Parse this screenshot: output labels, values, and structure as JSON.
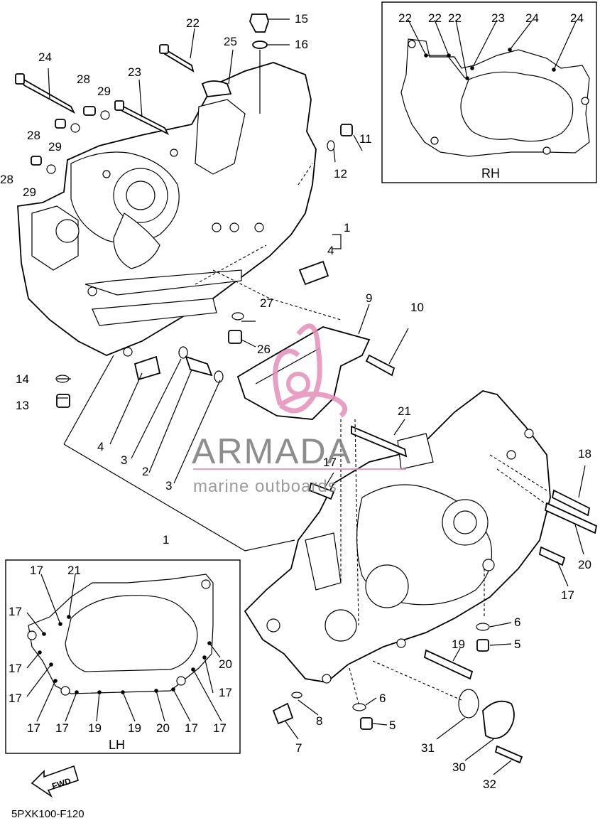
{
  "diagram": {
    "code": "5PXK100-F120",
    "inset_rh": {
      "title": "RH",
      "labels": [
        "22",
        "22",
        "22",
        "23",
        "24",
        "24"
      ]
    },
    "inset_lh": {
      "title": "LH",
      "labels": [
        "17",
        "21",
        "17",
        "17",
        "17",
        "20",
        "17",
        "17",
        "17",
        "19",
        "19",
        "20",
        "17",
        "17"
      ]
    },
    "fwd_label": "FWD",
    "callouts": [
      "22",
      "15",
      "16",
      "24",
      "25",
      "28",
      "29",
      "23",
      "28",
      "29",
      "11",
      "12",
      "28",
      "29",
      "1",
      "4",
      "9",
      "27",
      "26",
      "10",
      "14",
      "13",
      "4",
      "3",
      "2",
      "3",
      "1",
      "21",
      "17",
      "18",
      "20",
      "17",
      "6",
      "5",
      "19",
      "6",
      "5",
      "8",
      "7",
      "31",
      "30",
      "32"
    ]
  },
  "watermark": {
    "brand": "ARMADA",
    "tagline": "marine outboards",
    "brand_color": "#e58fb9",
    "text_color": "#7a7a7a"
  }
}
